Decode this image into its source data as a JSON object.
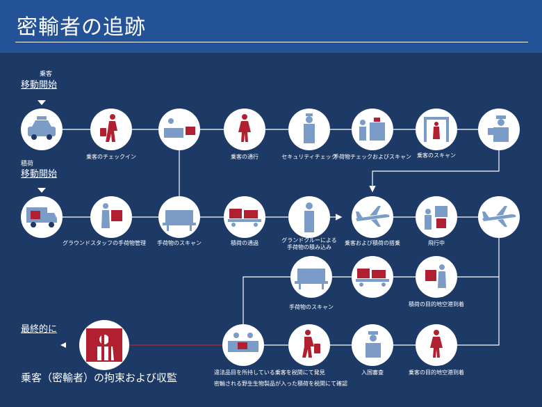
{
  "title": "密輸者の追跡",
  "passenger": {
    "role": "乗客",
    "start": "移動開始"
  },
  "cargo": {
    "role": "積荷",
    "start": "移動開始"
  },
  "finally": "最終的に",
  "final_result": "乗客（密輸者）の拘束および収監",
  "labels": {
    "checkin": "乗客のチェックイン",
    "pass_through": "乗客の通行",
    "security": "セキュリティチェック",
    "baggage_scan": "手荷物チェックおよびスキャン",
    "passenger_scan": "乗客のスキャン",
    "ground_staff": "グラウンドスタッフの手荷物管理",
    "cargo_scan": "手荷物のスキャン",
    "cargo_pass": "積荷の通過",
    "ground_crew_1": "グランドクルーによる",
    "ground_crew_2": "手荷物の積み込み",
    "boarding": "乗客および積荷の搭乗",
    "in_flight": "飛行中",
    "arrival_scan": "手荷物のスキャン",
    "cargo_arrival": "積荷の目的地空港到着",
    "detect_1": "違法品目を所持している乗客を税関にて発見",
    "detect_2": "密輸される野生生物製品が入った積荷を税関にて確認",
    "immigration": "入国審査",
    "passenger_arrival": "乗客の目的地空港到着"
  },
  "icons": {
    "taxi": "taxi-icon",
    "walking": "walking-passenger-icon",
    "checkin": "checkin-counter-icon",
    "person": "person-icon",
    "officer": "security-officer-icon",
    "scanner": "baggage-scanner-icon",
    "gate": "body-scanner-icon",
    "inspector": "inspector-icon",
    "truck": "truck-icon",
    "handler": "baggage-handler-icon",
    "xray": "xray-machine-icon",
    "cart": "cargo-cart-icon",
    "crew": "ground-crew-icon",
    "plane": "airplane-icon",
    "loading": "loading-icon",
    "prison": "prison-icon"
  },
  "colors": {
    "background": "#1d3a66",
    "header": "#235296",
    "circle": "#ffffff",
    "accent_red": "#b02030",
    "connector": "#ffffff",
    "icon_blue": "#7a9cc6"
  }
}
